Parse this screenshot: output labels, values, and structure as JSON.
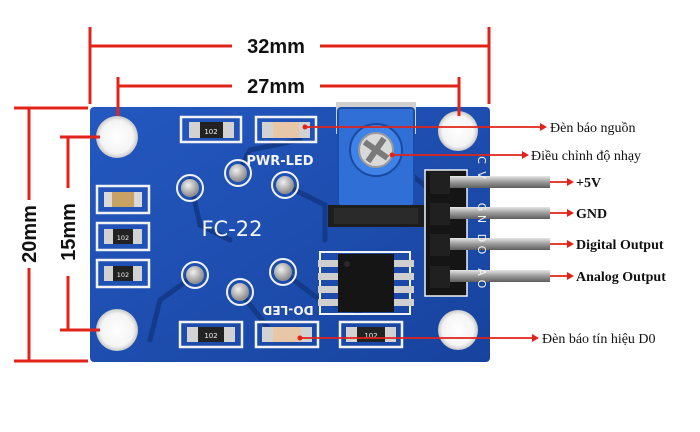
{
  "colors": {
    "pcb": "#1f4fb4",
    "pcb_dark": "#163c8c",
    "silkscreen": "#f2f2f2",
    "dimension_line": "#e2231a",
    "pad": "#c9c9c9",
    "potentiometer": "#2f6fd6",
    "pin_metal": "#b8b8b8"
  },
  "dimensions": {
    "width_outer": "32mm",
    "width_holes": "27mm",
    "height_outer": "20mm",
    "height_holes": "15mm"
  },
  "board": {
    "model": "FC-22",
    "pwr_led_label": "PWR-LED",
    "do_led_label": "DO-LED",
    "resistor_labels": [
      "102",
      "102",
      "102",
      "102",
      "102"
    ],
    "pin_letters": [
      "V",
      "G",
      "D",
      "A"
    ],
    "pin_letters_lower": [
      "C",
      "N",
      "O",
      "O"
    ]
  },
  "callouts": {
    "power_led": "Đèn báo nguồn",
    "sensitivity": "Điều chỉnh độ nhạy",
    "vcc": "+5V",
    "gnd": "GND",
    "digital_out": "Digital Output",
    "analog_out": "Analog Output",
    "d0_led": "Đèn báo tín hiệu D0"
  },
  "icons": {
    "mounting_hole": "mounting-hole-icon",
    "led": "smd-led-icon",
    "potentiometer": "trimmer-potentiometer-icon",
    "chip": "soic8-ic-icon",
    "header_pin": "header-pin-icon"
  }
}
